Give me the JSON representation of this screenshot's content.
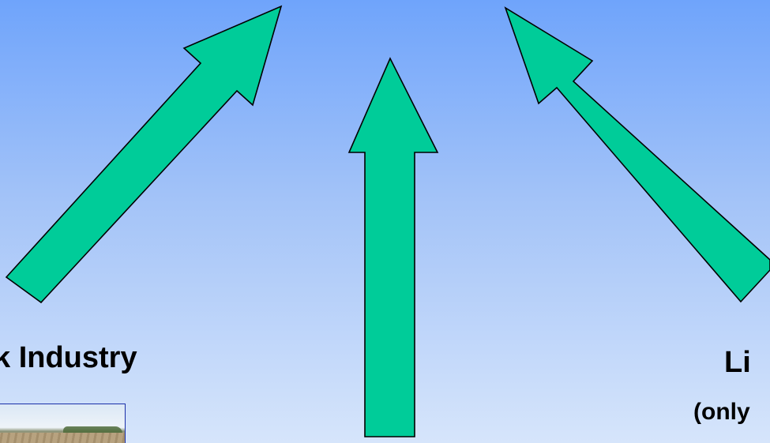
{
  "labels": {
    "left": "k Industry",
    "right": "Li",
    "right_sub": "(only"
  },
  "colors": {
    "arrow_fill": "#00cc99",
    "arrow_outline": "#000000",
    "background_top": "#6fa4fb",
    "background_bottom": "#d6e5fb",
    "photo_border": "#1b2fa8"
  },
  "photo": {
    "subject": "field landscape with tree line"
  }
}
